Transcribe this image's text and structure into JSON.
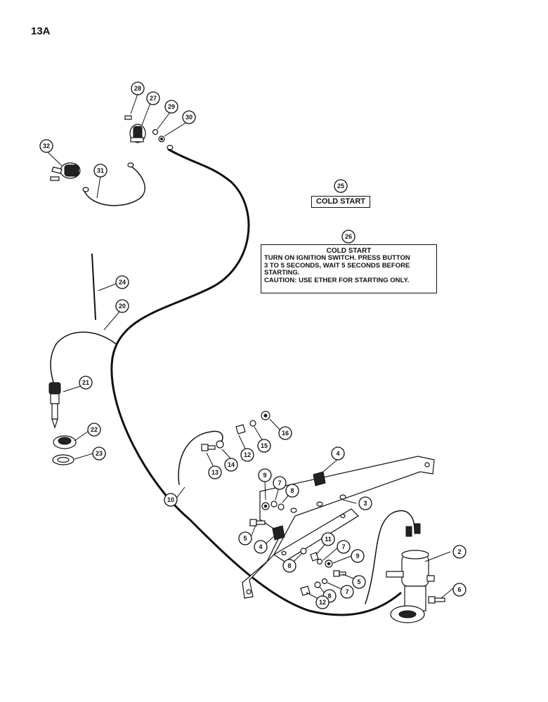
{
  "page": {
    "number": "13A"
  },
  "decal_small": {
    "text": "COLD START"
  },
  "decal_large": {
    "title": "COLD START",
    "lines": [
      "TURN ON IGNITION SWITCH. PRESS BUTTON",
      "3 TO 5 SECONDS, WAIT 5 SECONDS BEFORE",
      "STARTING.",
      "CAUTION:  USE ETHER FOR STARTING ONLY."
    ]
  },
  "callouts": [
    {
      "label": "2"
    },
    {
      "label": "3"
    },
    {
      "label": "4"
    },
    {
      "label": "4"
    },
    {
      "label": "5"
    },
    {
      "label": "5"
    },
    {
      "label": "6"
    },
    {
      "label": "7"
    },
    {
      "label": "7"
    },
    {
      "label": "7"
    },
    {
      "label": "8"
    },
    {
      "label": "8"
    },
    {
      "label": "8"
    },
    {
      "label": "9"
    },
    {
      "label": "9"
    },
    {
      "label": "10"
    },
    {
      "label": "11"
    },
    {
      "label": "12"
    },
    {
      "label": "12"
    },
    {
      "label": "13"
    },
    {
      "label": "14"
    },
    {
      "label": "15"
    },
    {
      "label": "16"
    },
    {
      "label": "20"
    },
    {
      "label": "21"
    },
    {
      "label": "22"
    },
    {
      "label": "23"
    },
    {
      "label": "24"
    },
    {
      "label": "25"
    },
    {
      "label": "26"
    },
    {
      "label": "27"
    },
    {
      "label": "28"
    },
    {
      "label": "29"
    },
    {
      "label": "30"
    },
    {
      "label": "31"
    },
    {
      "label": "32"
    }
  ],
  "colors": {
    "line": "#111111",
    "background": "#ffffff"
  }
}
